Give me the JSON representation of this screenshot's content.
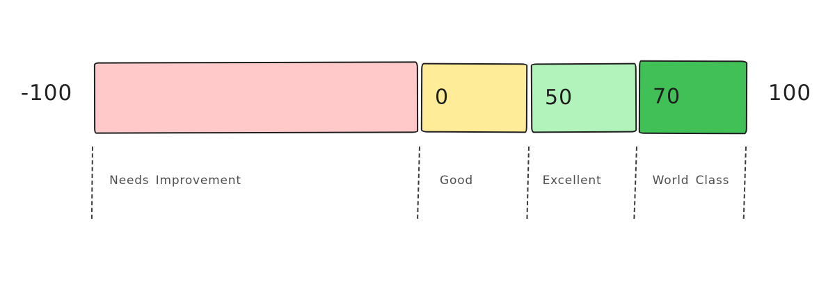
{
  "diagram": {
    "type": "nps-score-scale",
    "axis": {
      "min_label": "-100",
      "max_label": "100"
    },
    "segments": [
      {
        "id": "needs-improvement",
        "label": "Needs Improvement",
        "value_label": "",
        "from": -100,
        "to": 0,
        "fill": "#ffc9c9"
      },
      {
        "id": "good",
        "label": "Good",
        "value_label": "0",
        "from": 0,
        "to": 50,
        "fill": "#ffec99"
      },
      {
        "id": "excellent",
        "label": "Excellent",
        "value_label": "50",
        "from": 50,
        "to": 70,
        "fill": "#b2f2bb"
      },
      {
        "id": "world-class",
        "label": "World Class",
        "value_label": "70",
        "from": 70,
        "to": 100,
        "fill": "#40c057"
      }
    ],
    "colors": {
      "ink": "#1e1e1e",
      "range_label_text": "#4f4f4f",
      "background": "#ffffff"
    }
  }
}
